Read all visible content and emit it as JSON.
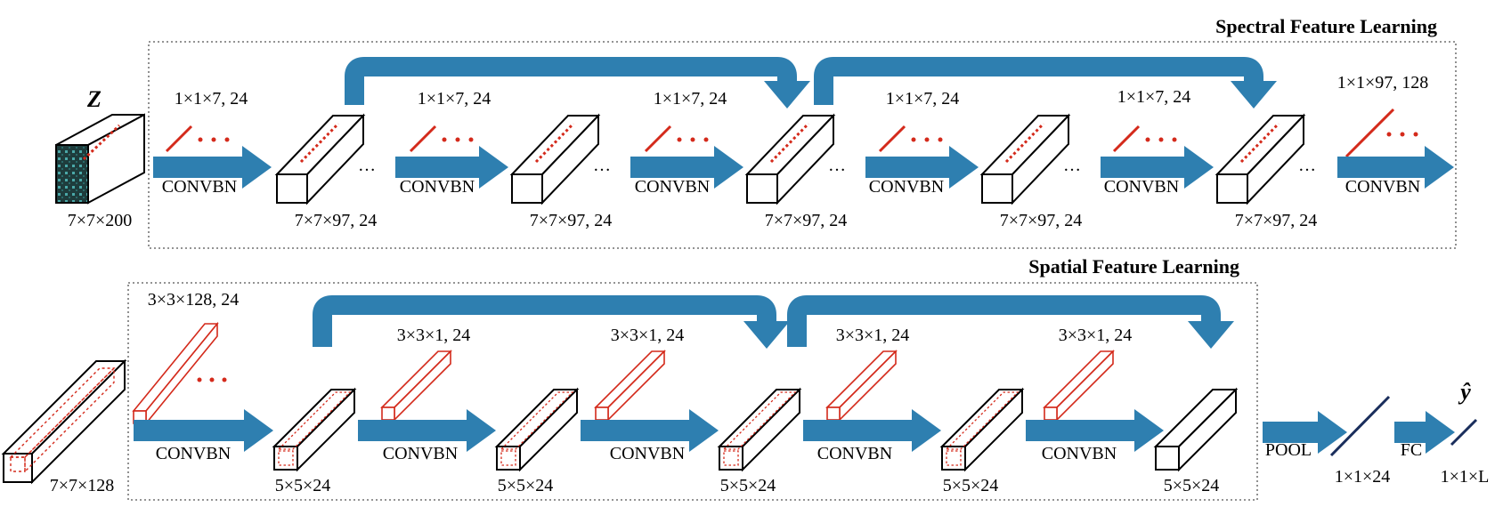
{
  "spectral": {
    "title": "Spectral Feature Learning",
    "input_symbol": "Z",
    "input_dim": "7×7×200",
    "kernel_labels": [
      "1×1×7, 24",
      "1×1×7, 24",
      "1×1×7, 24",
      "1×1×7, 24",
      "1×1×7, 24",
      "1×1×97, 128"
    ],
    "op_labels": [
      "CONVBN",
      "CONVBN",
      "CONVBN",
      "CONVBN",
      "CONVBN",
      "CONVBN"
    ],
    "block_dims": [
      "7×7×97, 24",
      "7×7×97, 24",
      "7×7×97, 24",
      "7×7×97, 24",
      "7×7×97, 24"
    ],
    "ellipsis": "…"
  },
  "spatial": {
    "title": "Spatial Feature Learning",
    "input_dim": "7×7×128",
    "kernel_labels": [
      "3×3×128, 24",
      "3×3×1, 24",
      "3×3×1, 24",
      "3×3×1, 24",
      "3×3×1, 24"
    ],
    "op_labels": [
      "CONVBN",
      "CONVBN",
      "CONVBN",
      "CONVBN",
      "CONVBN"
    ],
    "block_dims": [
      "5×5×24",
      "5×5×24",
      "5×5×24",
      "5×5×24",
      "5×5×24"
    ],
    "ellipsis": "…"
  },
  "head": {
    "pool_label": "POOL",
    "fc_label": "FC",
    "pool_dim": "1×1×24",
    "out_dim": "1×1×L",
    "output_symbol": "ŷ"
  },
  "colors": {
    "arrow": "#2e7fb0",
    "kernel": "#d42a1b",
    "fc_line": "#1a2e5c"
  }
}
